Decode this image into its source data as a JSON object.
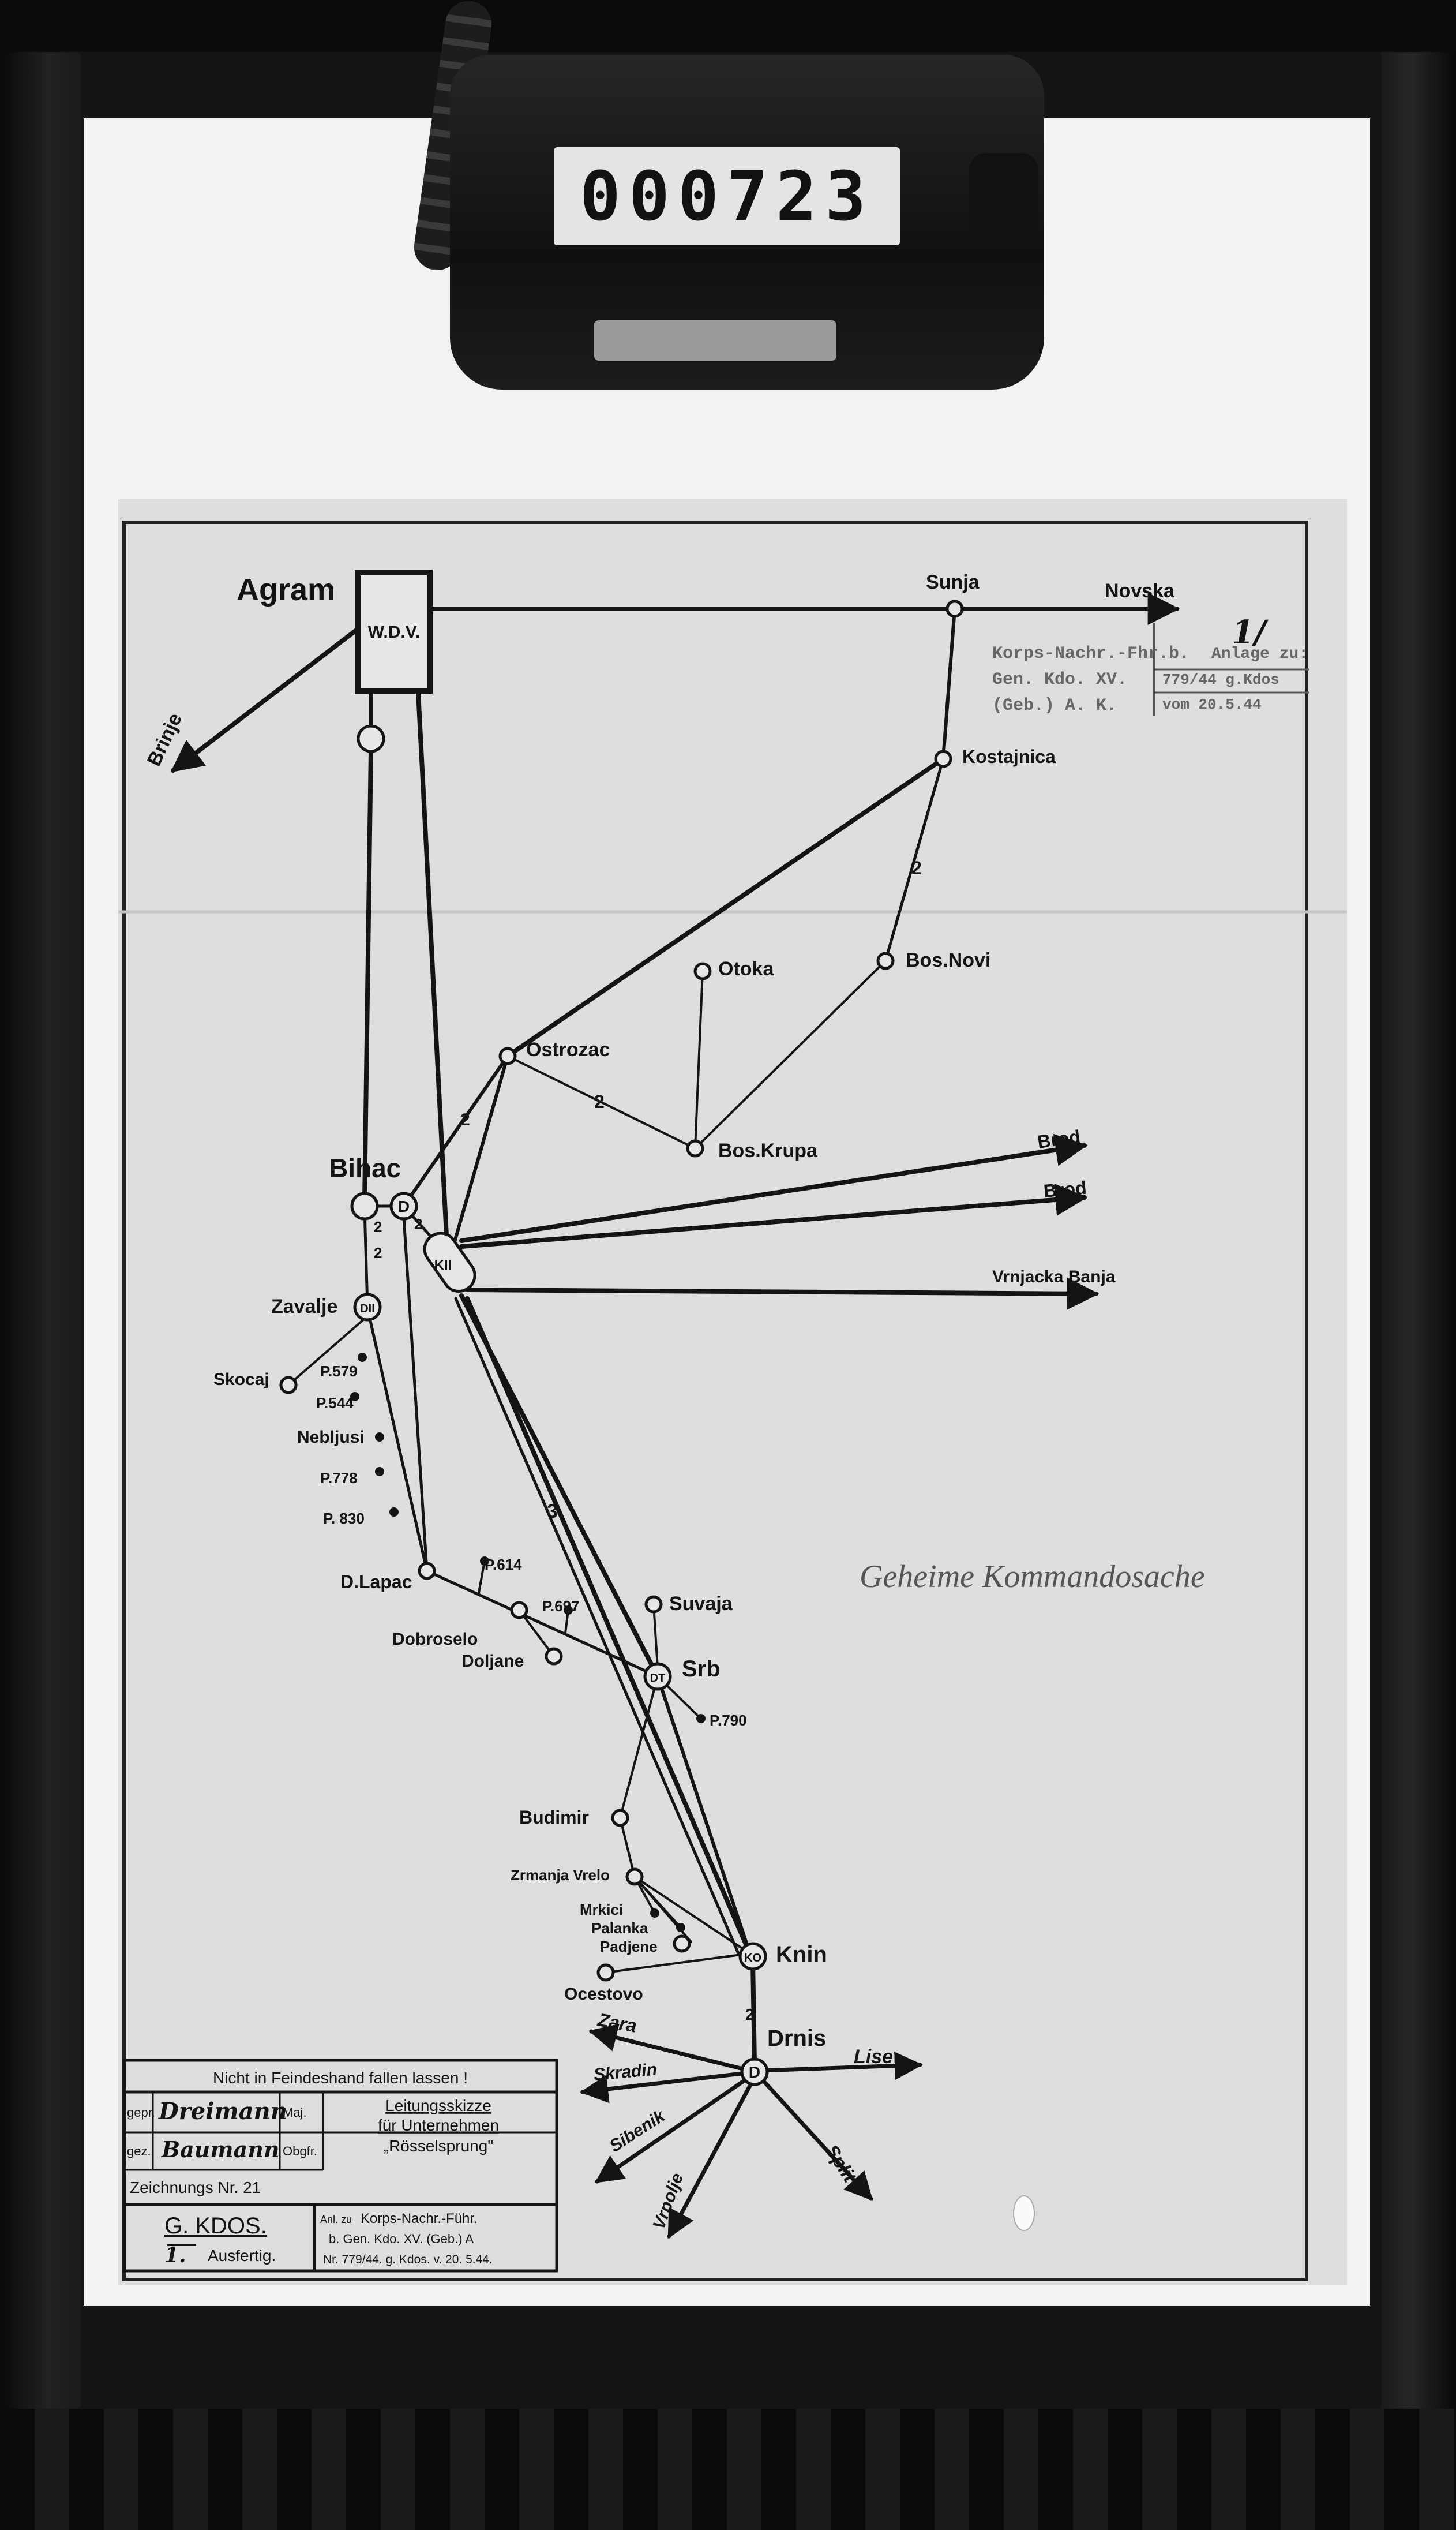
{
  "counter": {
    "digits": "000723"
  },
  "stamp_top": {
    "left_lines": [
      "Korps-Nachr.-Fhr.b.",
      "Gen. Kdo. XV.",
      "(Geb.) A. K."
    ],
    "right_lines": [
      "Anlage zu:",
      "779/44 g.Kdos",
      "vom 20.5.44"
    ],
    "page_mark": "1/"
  },
  "places": {
    "agram": "Agram",
    "wdv": "W.D.V.",
    "brinje": "Brinje",
    "sunja": "Sunja",
    "novska": "Novska",
    "kostajnica": "Kostajnica",
    "oloka": "Otoka",
    "bos_novi": "Bos.Novi",
    "ostrozac": "Ostrozac",
    "bos_krupa": "Bos.Krupa",
    "bihac": "Bihac",
    "brod1": "Brod",
    "brod2": "Brod",
    "vrnjacka": "Vrnjacka Banja",
    "zavalje": "Zavalje",
    "skocaj": "Skocaj",
    "p579": "P.579",
    "p544": "P.544",
    "nebljusi": "Nebljusi",
    "p778": "P.778",
    "p830": "P. 830",
    "dlapac": "D.Lapac",
    "p614": "P.614",
    "p697": "P.697",
    "dobroselo": "Dobroselo",
    "doljane": "Doljane",
    "suvaja": "Suvaja",
    "srb": "Srb",
    "p790": "P.790",
    "budimir": "Budimir",
    "zrmanja": "Zrmanja Vrelo",
    "mrkici": "Mrkici",
    "palanka": "Palanka",
    "padjene": "Padjene",
    "ocestovo": "Ocestovo",
    "knin": "Knin",
    "drnis": "Drnis",
    "zara": "Zara",
    "lise": "Lise",
    "skradin": "Skradin",
    "sibenik": "Sibenik",
    "vrpolje": "Vrpolje",
    "split": "Split"
  },
  "node_marks": {
    "d": "D",
    "kii": "KII",
    "dii": "DII",
    "dt": "DT",
    "ko": "KO"
  },
  "line_counts": {
    "kostajnica_bosnovi": "2",
    "ostrozac_krupa": "2",
    "ostrozac_bihac": "2",
    "bihac_a": "2",
    "bihac_b": "2",
    "bihac_zavalje": "2",
    "trunk_srb": "3",
    "knin_drnis": "2"
  },
  "secret_stamp": "Geheime Kommandosache",
  "title_block": {
    "warning": "Nicht in Feindeshand fallen lassen !",
    "gepr_label": "gepr.",
    "gepr_sign": "Dreimann",
    "gepr_rank": "Maj.",
    "gez_label": "gez.",
    "gez_sign": "Baumann",
    "gez_rank": "Obgfr.",
    "title1": "Leitungsskizze",
    "title2": "für Unternehmen",
    "title3": "„Rösselsprung\"",
    "drawing_no": "Zeichnungs Nr. 21",
    "gkdos": "G. KDOS.",
    "ausfertig_no": "1.",
    "ausfertig": "Ausfertig.",
    "anl_label": "Anl. zu",
    "ref1": "Korps-Nachr.-Führ.",
    "ref2": "b. Gen. Kdo. XV. (Geb.) A",
    "ref3": "Nr. 779/44. g. Kdos. v. 20. 5.44."
  }
}
